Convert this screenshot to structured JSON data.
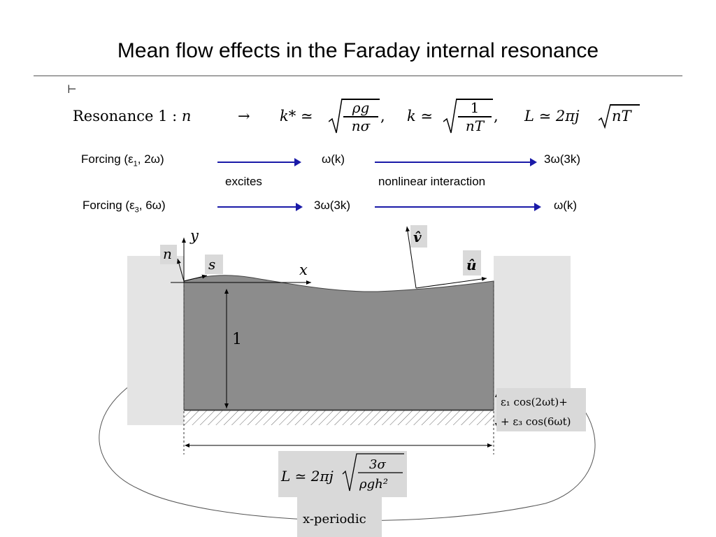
{
  "slide": {
    "title": "Mean flow effects in the Faraday internal resonance",
    "corner_mark": "⊢"
  },
  "resonance": {
    "label": "Resonance 1 : ",
    "n": "n",
    "arrow": "→",
    "kstar": "k* ≃",
    "kstar_num": "ρg",
    "kstar_den": "nσ",
    "sep1": ",",
    "k": "k ≃",
    "k_num": "1",
    "k_den": "nT",
    "sep2": ",",
    "L": "L ≃ 2πj",
    "L_rad": "nT"
  },
  "rows": [
    {
      "forcing": "Forcing (ε",
      "forcing_sub": "1",
      "forcing_tail": ", 2ω)",
      "mid": "ω(k)",
      "right": "3ω(3k)"
    },
    {
      "forcing": "Forcing (ε",
      "forcing_sub": "3",
      "forcing_tail": ", 6ω)",
      "mid": "3ω(3k)",
      "right": "ω(k)"
    }
  ],
  "arrow_labels": {
    "excites": "excites",
    "nonlinear": "nonlinear interaction"
  },
  "diagram": {
    "y_axis": "y",
    "x_axis": "x",
    "n_label": "n",
    "s_label": "s",
    "v_hat": "v̂",
    "u_hat": "û",
    "depth": "1",
    "forcing_line1": "ε₁ cos(2ωt)+",
    "forcing_line2": "+ ε₃ cos(6ωt)",
    "L_prefix": "L ≃ 2πj",
    "L_num": "3σ",
    "L_den": "ρgh²",
    "periodic": "x-periodic"
  },
  "colors": {
    "fluid": "#8c8c8c",
    "wall": "#e4e4e4",
    "arrow_blue": "#1a1aa8",
    "label_box": "#d9d9d9"
  }
}
